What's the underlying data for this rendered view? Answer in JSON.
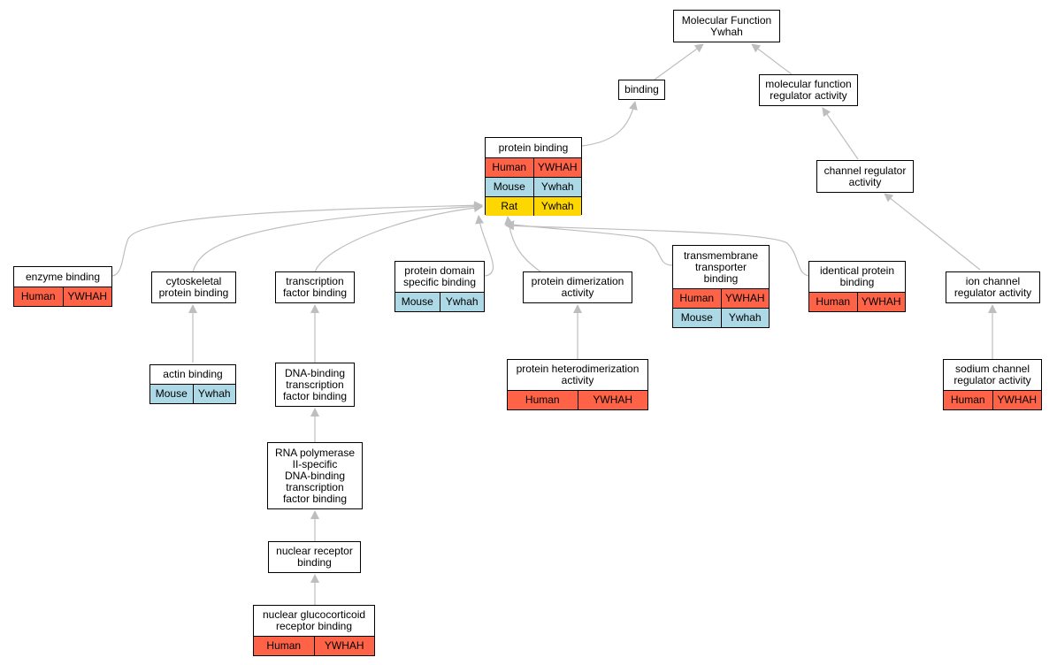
{
  "colors": {
    "Human": "#ff6347",
    "Mouse": "#add8e6",
    "Rat": "#ffd700",
    "edge": "#bebebe"
  },
  "nodes": {
    "mf": {
      "label": "Molecular Function\nYwhah",
      "rows": []
    },
    "binding": {
      "label": "binding",
      "rows": []
    },
    "mfra": {
      "label": "molecular function\nregulator activity",
      "rows": []
    },
    "pb": {
      "label": "protein binding",
      "rows": [
        [
          "Human",
          "YWHAH"
        ],
        [
          "Mouse",
          "Ywhah"
        ],
        [
          "Rat",
          "Ywhah"
        ]
      ]
    },
    "cra": {
      "label": "channel regulator\nactivity",
      "rows": []
    },
    "eb": {
      "label": "enzyme binding",
      "rows": [
        [
          "Human",
          "YWHAH"
        ]
      ]
    },
    "cpb": {
      "label": "cytoskeletal\nprotein binding",
      "rows": []
    },
    "tfb": {
      "label": "transcription\nfactor binding",
      "rows": []
    },
    "pdsb": {
      "label": "protein domain\nspecific binding",
      "rows": [
        [
          "Mouse",
          "Ywhah"
        ]
      ]
    },
    "pda": {
      "label": "protein dimerization\nactivity",
      "rows": []
    },
    "ttb": {
      "label": "transmembrane\ntransporter\nbinding",
      "rows": [
        [
          "Human",
          "YWHAH"
        ],
        [
          "Mouse",
          "Ywhah"
        ]
      ]
    },
    "ipb": {
      "label": "identical protein\nbinding",
      "rows": [
        [
          "Human",
          "YWHAH"
        ]
      ]
    },
    "icra": {
      "label": "ion channel\nregulator activity",
      "rows": []
    },
    "ab": {
      "label": "actin binding",
      "rows": [
        [
          "Mouse",
          "Ywhah"
        ]
      ]
    },
    "dbtfb": {
      "label": "DNA-binding\ntranscription\nfactor binding",
      "rows": []
    },
    "phda": {
      "label": "protein heterodimerization\nactivity",
      "rows": [
        [
          "Human",
          "YWHAH"
        ]
      ]
    },
    "scra": {
      "label": "sodium channel\nregulator activity",
      "rows": [
        [
          "Human",
          "YWHAH"
        ]
      ]
    },
    "rnap": {
      "label": "RNA polymerase\nII-specific\nDNA-binding\ntranscription\nfactor binding",
      "rows": []
    },
    "nrb": {
      "label": "nuclear receptor\nbinding",
      "rows": []
    },
    "ngrb": {
      "label": "nuclear glucocorticoid\nreceptor binding",
      "rows": [
        [
          "Human",
          "YWHAH"
        ]
      ]
    }
  }
}
